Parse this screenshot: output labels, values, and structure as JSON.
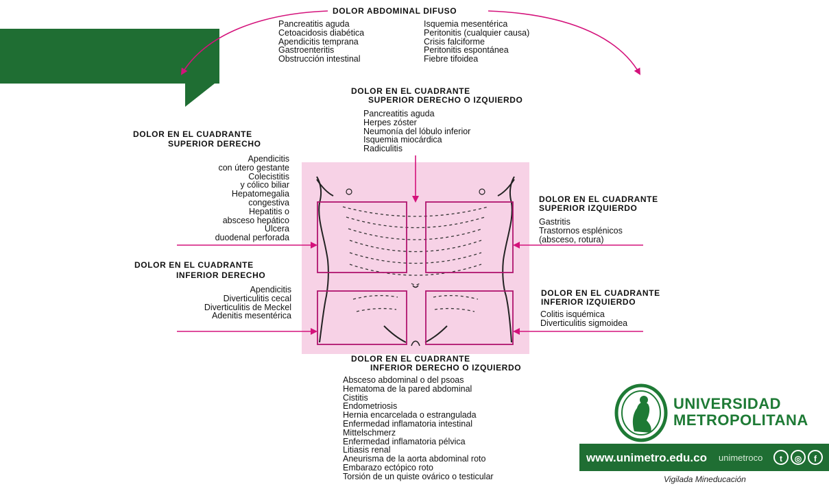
{
  "diffuse": {
    "title": "DOLOR ABDOMINAL DIFUSO",
    "col1": [
      "Pancreatitis aguda",
      "Cetoacidosis diabética",
      "Apendicitis temprana",
      "Gastroenteritis",
      "Obstrucción intestinal"
    ],
    "col2": [
      "Isquemia mesentérica",
      "Peritonitis (cualquier causa)",
      "Crisis falciforme",
      "Peritonitis espontánea",
      "Fiebre tifoidea"
    ]
  },
  "upper_either": {
    "title1": "DOLOR EN EL CUADRANTE",
    "title2": "SUPERIOR DERECHO O IZQUIERDO",
    "items": [
      "Pancreatitis aguda",
      "Herpes zóster",
      "Neumonía del lóbulo inferior",
      "Isquemia miocárdica",
      "Radiculitis"
    ]
  },
  "upper_right": {
    "title1": "DOLOR EN EL CUADRANTE",
    "title2": "SUPERIOR DERECHO",
    "items": [
      "Apendicitis",
      "con útero gestante",
      "Colecistitis",
      "y cólico biliar",
      "Hepatomegalia",
      "congestiva",
      "Hepatitis o",
      "absceso hepático",
      "Úlcera",
      "duodenal perforada"
    ]
  },
  "lower_right": {
    "title1": "DOLOR EN EL CUADRANTE",
    "title2": "INFERIOR DERECHO",
    "items": [
      "Apendicitis",
      "Diverticulitis cecal",
      "Diverticulitis de Meckel",
      "Adenitis mesentérica"
    ]
  },
  "upper_left": {
    "title1": "DOLOR EN EL CUADRANTE",
    "title2": "SUPERIOR IZQUIERDO",
    "items": [
      "Gastritis",
      "Trastornos esplénicos",
      "(absceso, rotura)"
    ]
  },
  "lower_left": {
    "title1": "DOLOR EN EL CUADRANTE",
    "title2": "INFERIOR IZQUIERDO",
    "items": [
      "Colitis isquémica",
      "Diverticulitis sigmoidea"
    ]
  },
  "lower_either": {
    "title1": "DOLOR EN EL CUADRANTE",
    "title2": "INFERIOR DERECHO O IZQUIERDO",
    "items": [
      "Absceso abdominal o del psoas",
      "Hematoma de la pared abdominal",
      "Cistitis",
      "Endometriosis",
      "Hernia encarcelada o estrangulada",
      "Enfermedad inflamatoria intestinal",
      "Mittelschmerz",
      "Enfermedad inflamatoria pélvica",
      "Litiasis renal",
      "Aneurisma de la aorta abdominal roto",
      "Embarazo ectópico roto",
      "Torsión de un quiste ovárico o testicular"
    ]
  },
  "logo": {
    "line1": "UNIVERSIDAD",
    "line2": "METROPOLITANA",
    "url": "www.unimetro.edu.co",
    "handle": "unimetroco",
    "vigilado": "Vigilada Mineducación",
    "social_icons": [
      "twitter-icon",
      "instagram-icon",
      "facebook-icon"
    ]
  },
  "colors": {
    "arrow": "#d4127b",
    "quadrant_box": "#b0146e",
    "torso_bg": "#f7d2e6",
    "brand_green": "#1f6e33"
  }
}
